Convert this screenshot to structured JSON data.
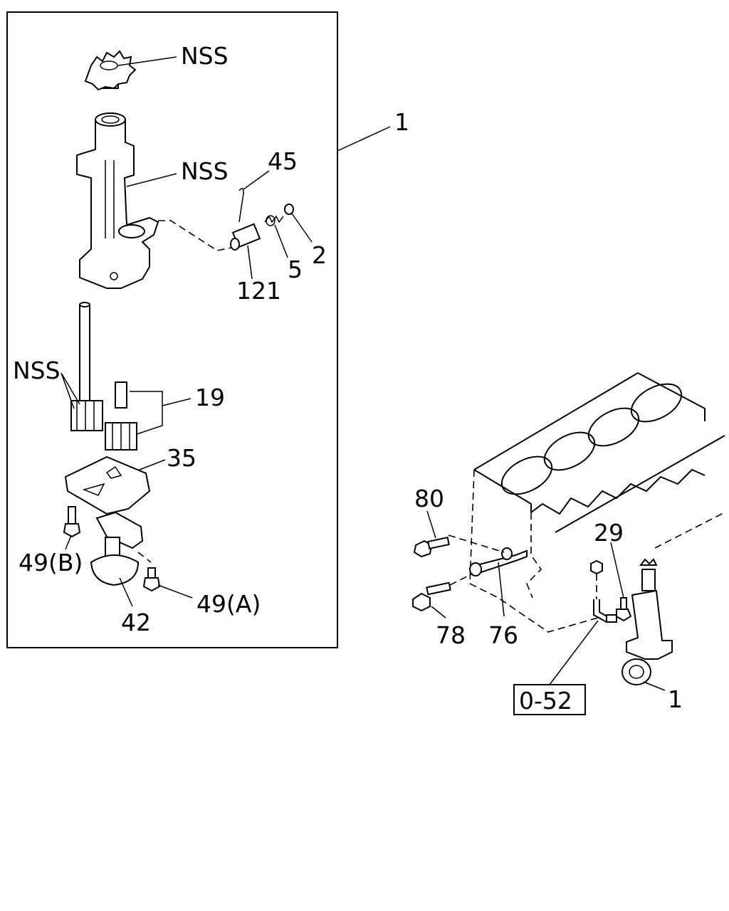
{
  "labels": {
    "nss_top": "NSS",
    "nss_body": "NSS",
    "nss_gears": "NSS",
    "part_45": "45",
    "part_2": "2",
    "part_5": "5",
    "part_121": "121",
    "part_19": "19",
    "part_35": "35",
    "part_49b": "49(B)",
    "part_49a": "49(A)",
    "part_42": "42",
    "assembly_1": "1",
    "part_80": "80",
    "part_29": "29",
    "part_78": "78",
    "part_76": "76",
    "ref_0_52": "0-52",
    "engine_1": "1"
  }
}
